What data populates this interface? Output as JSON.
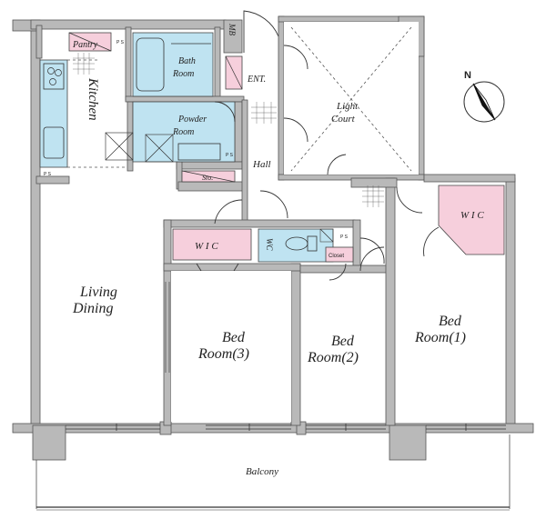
{
  "rooms": {
    "pantry": "Pantry",
    "kitchen": "Kitchen",
    "bath_line1": "Bath",
    "bath_line2": "Room",
    "powder_line1": "Powder",
    "powder_line2": "Room",
    "mb": "MB",
    "ent": "ENT.",
    "light_court_line1": "Light",
    "light_court_line2": "Court",
    "hall": "Hall",
    "sto": "Sto.",
    "living_line1": "Living",
    "living_line2": "Dining",
    "wic_left": "W I C",
    "wc": "WC",
    "closet": "Closet",
    "wic_right": "W I C",
    "bed3_line1": "Bed",
    "bed3_line2": "Room(3)",
    "bed2_line1": "Bed",
    "bed2_line2": "Room(2)",
    "bed1_line1": "Bed",
    "bed1_line2": "Room(1)",
    "balcony": "Balcony",
    "ps": "P S",
    "north": "N"
  }
}
